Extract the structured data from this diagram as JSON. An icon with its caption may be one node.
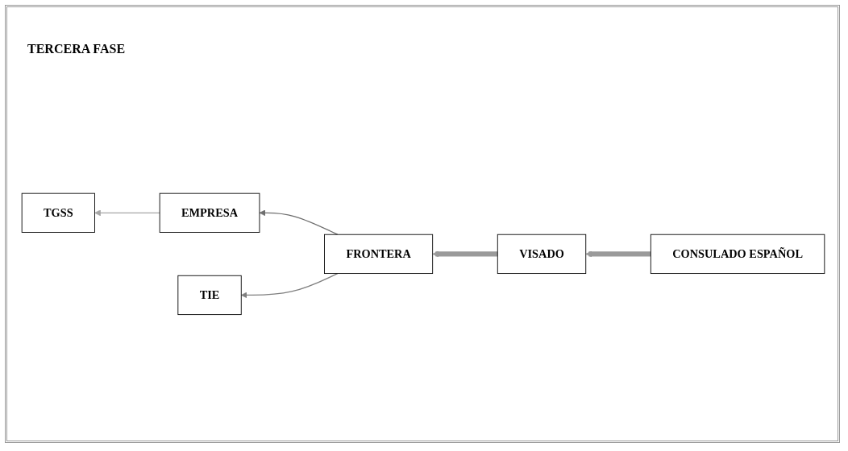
{
  "diagram": {
    "title": "TERCERA FASE",
    "nodes": [
      {
        "text": [
          "EMPRESA"
        ]
      },
      {
        "text": [
          "CONSULADO ESPAÑOL"
        ]
      },
      {
        "text": [
          "TGSS"
        ]
      },
      {
        "text": [
          "VISADO"
        ]
      },
      {
        "text": [
          "TIE"
        ]
      },
      {
        "text": [
          "FRONTERA"
        ]
      }
    ],
    "edges": [
      {
        "from": 0,
        "to": 2,
        "arrow": "to",
        "color": "#a6a6a6"
      },
      {
        "from": 5,
        "to": 0,
        "arrow": "to",
        "color": "#6e6e6e"
      },
      {
        "from": 5,
        "to": 4,
        "arrow": "to"
      },
      {
        "from": 1,
        "to": 3,
        "arrow": "to",
        "style": "thick",
        "color": "#9a9a9a"
      },
      {
        "from": 3,
        "to": 5,
        "arrow": "to",
        "style": "thick",
        "color": "#9a9a9a"
      }
    ]
  }
}
